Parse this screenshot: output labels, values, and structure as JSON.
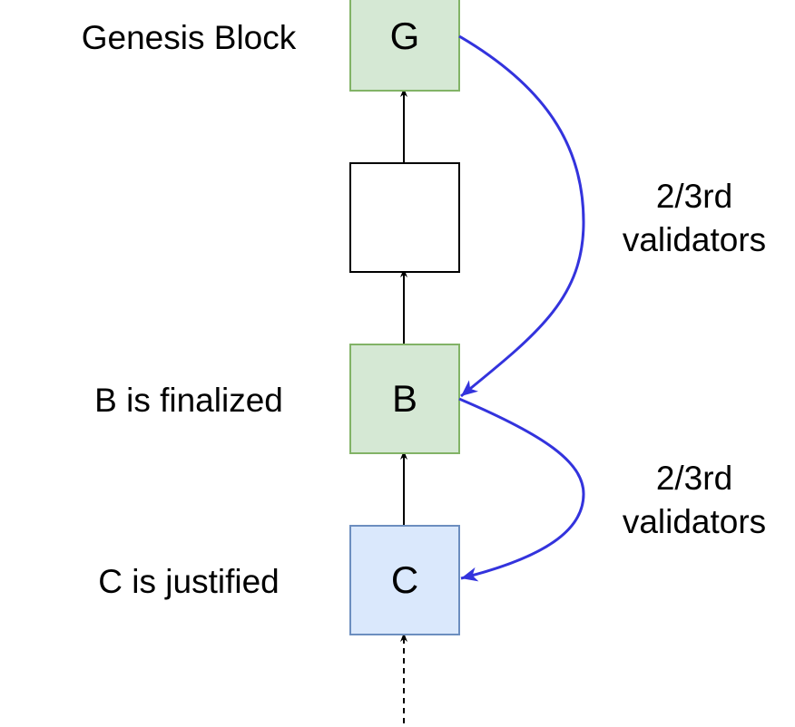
{
  "blocks": {
    "genesis": {
      "letter": "G",
      "caption": "Genesis Block",
      "fill": "#d5e8d4",
      "stroke": "#82b366"
    },
    "middle": {
      "letter": "",
      "fill": "#ffffff",
      "stroke": "#000000"
    },
    "b": {
      "letter": "B",
      "caption": "B is finalized",
      "fill": "#d5e8d4",
      "stroke": "#82b366"
    },
    "c": {
      "letter": "C",
      "caption": "C is justified",
      "fill": "#dae8fc",
      "stroke": "#6c8ebf"
    }
  },
  "votes": [
    {
      "line1": "2/3rd",
      "line2": "validators"
    },
    {
      "line1": "2/3rd",
      "line2": "validators"
    }
  ],
  "colors": {
    "vote_arrow": "#3333dd",
    "chain_arrow": "#000000"
  }
}
